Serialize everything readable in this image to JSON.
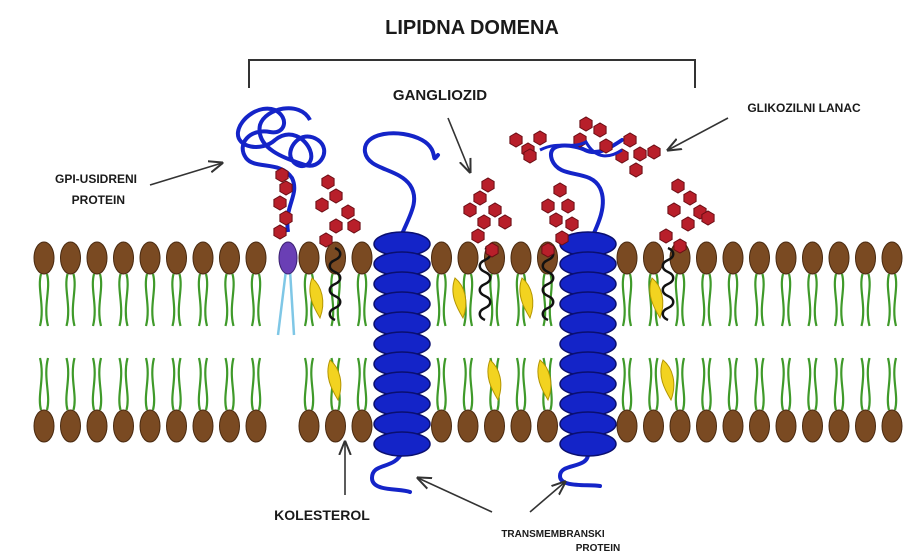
{
  "labels": {
    "title": "LIPIDNA DOMENA",
    "ganglioside": "GANGLIOZID",
    "glycan_chain": "GLIKOZILNI LANAC",
    "gpi_line1": "GPI-USIDRENI",
    "gpi_line2": "PROTEIN",
    "cholesterol": "KOLESTEROL",
    "transmembrane_line1": "TRANSMEMBRANSKI",
    "transmembrane_line2": "PROTEIN"
  },
  "colors": {
    "head_group": "#7a4a22",
    "lipid_tail": "#3f9a2a",
    "protein": "#1424c8",
    "sugar": "#b81f2a",
    "cholesterol": "#f2d320",
    "gpi_anchor": "#6a3fb5",
    "gpi_tail": "#7fc7e6"
  },
  "icons": {
    "lipid": "phospholipid-icon",
    "sugar": "hexagon-sugar-icon",
    "protein": "barrel-protein-icon",
    "cholesterol": "cholesterol-icon"
  }
}
